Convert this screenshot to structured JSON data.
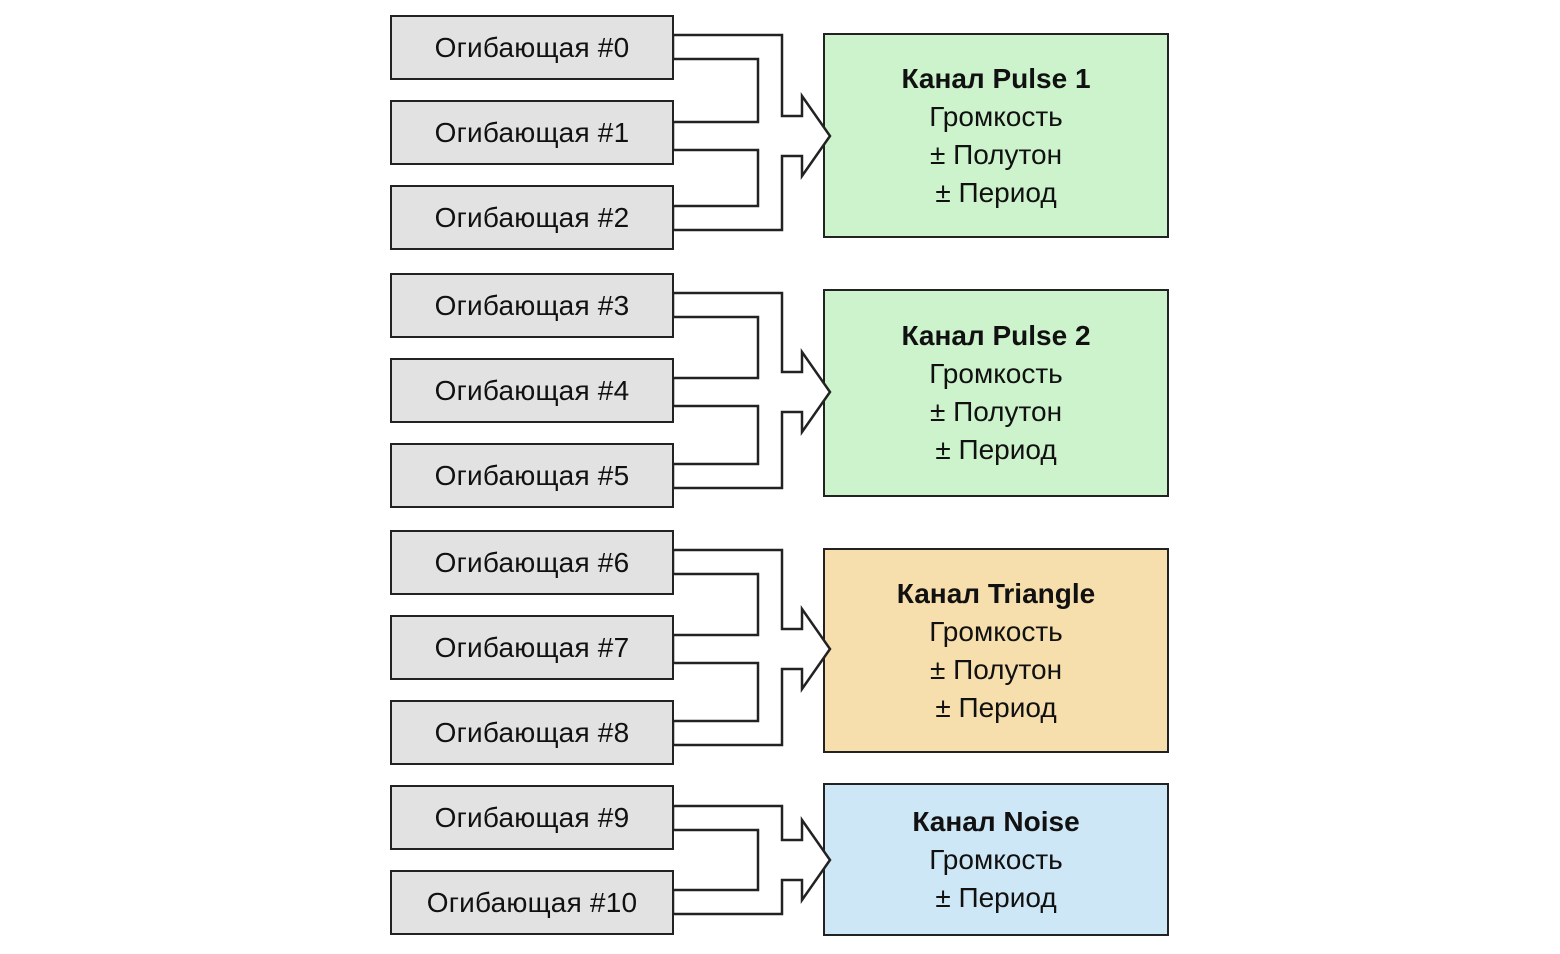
{
  "canvas": {
    "background": "#ffffff",
    "line_color": "#222222",
    "envelope_fill": "#e2e2e2",
    "text_color": "#111111"
  },
  "groups": [
    {
      "envelopes": [
        {
          "label": "Огибающая #0"
        },
        {
          "label": "Огибающая #1"
        },
        {
          "label": "Огибающая #2"
        }
      ],
      "channel": {
        "title": "Канал Pulse 1",
        "params": [
          "Громкость",
          "± Полутон",
          "± Период"
        ],
        "fill": "#ccf3cc"
      }
    },
    {
      "envelopes": [
        {
          "label": "Огибающая #3"
        },
        {
          "label": "Огибающая #4"
        },
        {
          "label": "Огибающая #5"
        }
      ],
      "channel": {
        "title": "Канал Pulse 2",
        "params": [
          "Громкость",
          "± Полутон",
          "± Период"
        ],
        "fill": "#ccf3cc"
      }
    },
    {
      "envelopes": [
        {
          "label": "Огибающая #6"
        },
        {
          "label": "Огибающая #7"
        },
        {
          "label": "Огибающая #8"
        }
      ],
      "channel": {
        "title": "Канал Triangle",
        "params": [
          "Громкость",
          "± Полутон",
          "± Период"
        ],
        "fill": "#f6dfad"
      }
    },
    {
      "envelopes": [
        {
          "label": "Огибающая #9"
        },
        {
          "label": "Огибающая #10"
        }
      ],
      "channel": {
        "title": "Канал Noise",
        "params": [
          "Громкость",
          "± Период"
        ],
        "fill": "#cee7f6"
      }
    }
  ]
}
